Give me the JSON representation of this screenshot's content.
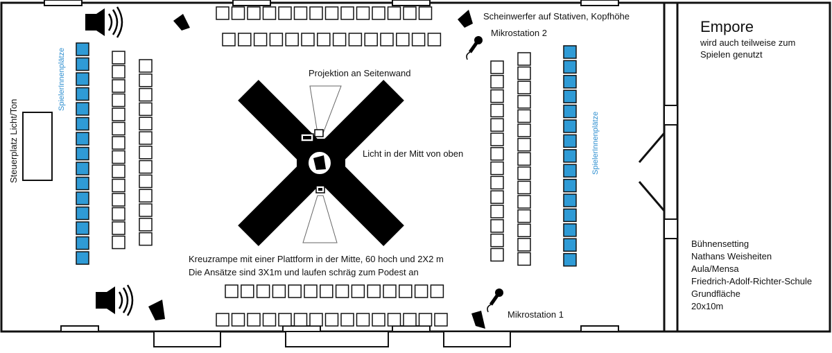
{
  "labels": {
    "steuerplatz": "Steuerplatz Licht/Ton",
    "spieler_left": "SpielerInnenplätze",
    "spieler_right": "SpielerInnenplätze",
    "scheinwerfer": "Scheinwerfer auf Stativen, Kopfhöhe",
    "mikro2": "Mikrostation 2",
    "mikro1": "Mikrostation 1",
    "projektion": "Projektion an Seitenwand",
    "licht_mitte": "Licht in der Mitt von oben",
    "kreuz_line1": "Kreuzrampe mit einer Plattform in der Mitte, 60 hoch und 2X2 m",
    "kreuz_line2": "Die Ansätze sind 3X1m und laufen schräg zum Podest an"
  },
  "empore": {
    "title": "Empore",
    "line1": "wird auch teilweise zum",
    "line2": "Spielen genutzt"
  },
  "info": {
    "lines": [
      "Bühnensetting",
      "Nathans Weisheiten",
      "Aula/Mensa",
      "Friedrich-Adolf-Richter-Schule",
      "Grundfläche",
      "20x10m"
    ]
  },
  "colors": {
    "player_seat": "#2f9bd6",
    "ink": "#111111",
    "label_blue": "#2f8fd0"
  },
  "icons": [
    "speaker-icon",
    "spotlight-icon",
    "microphone-icon",
    "projector-icon",
    "ceiling-light-icon"
  ]
}
